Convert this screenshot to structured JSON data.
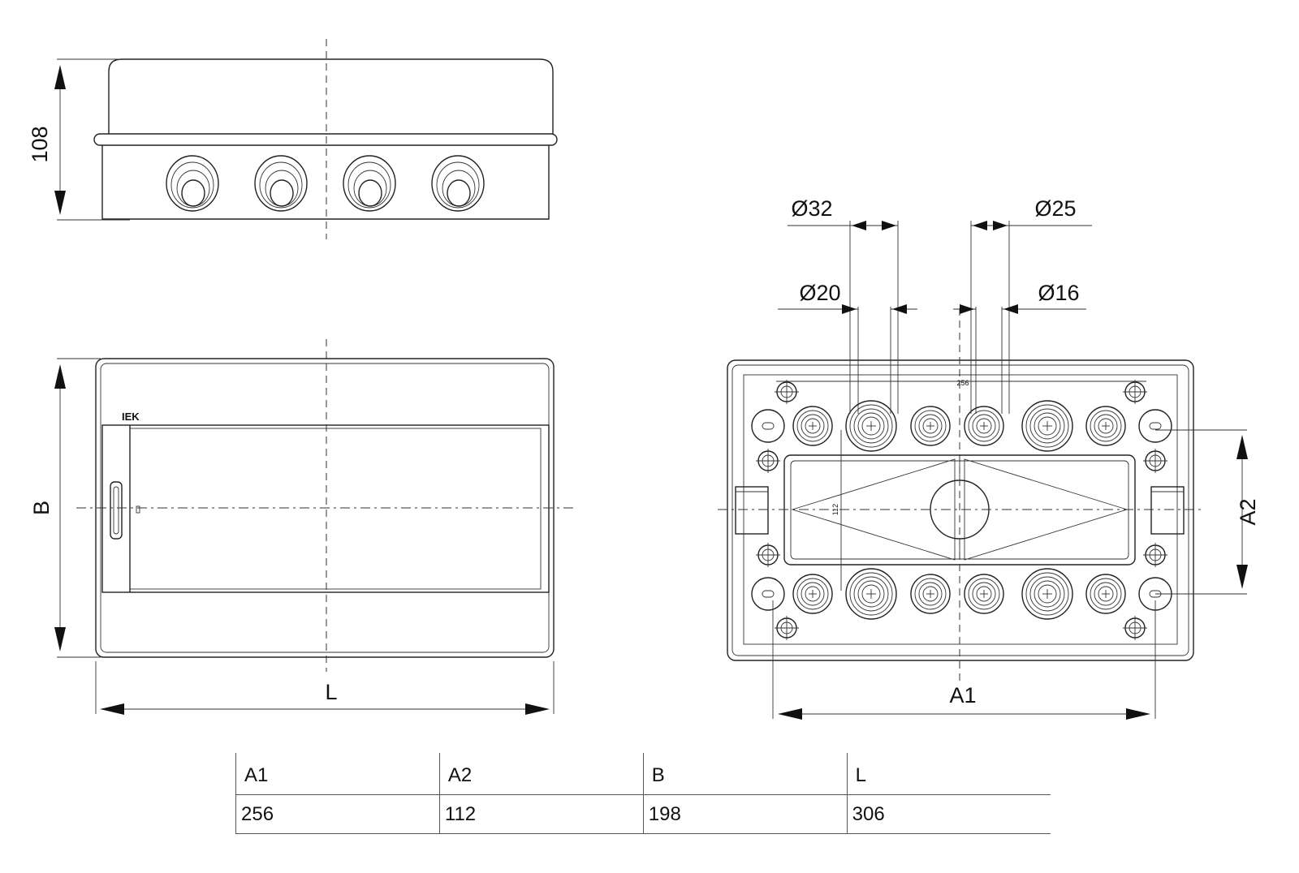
{
  "brand_logo": "IEK",
  "side_view": {
    "height_label": "108"
  },
  "front_view": {
    "width_label": "B",
    "length_label": "L"
  },
  "bottom_view": {
    "diameters": {
      "d32": "Ø32",
      "d25": "Ø25",
      "d20": "Ø20",
      "d16": "Ø16"
    },
    "mount_spacing_label": "A1",
    "mount_height_label": "A2",
    "inner_width_mark": "256",
    "inner_height_mark": "112"
  },
  "table": {
    "headers": [
      "A1",
      "A2",
      "B",
      "L"
    ],
    "values": [
      "256",
      "112",
      "198",
      "306"
    ]
  }
}
